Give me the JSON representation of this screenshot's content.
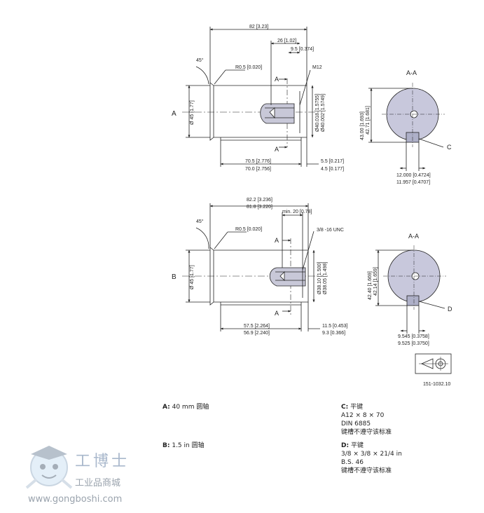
{
  "drawing": {
    "view_a": {
      "label": "A",
      "dim_overall": "82 [3.23]",
      "dim_thread_depth": "26 [1.02]",
      "dim_thread_offset": "9.5 [0.374]",
      "thread": "M12",
      "chamfer_angle": "45°",
      "radius": "R0.5 [0.020]",
      "shaft_dia": "Ø 45 [1.77]",
      "pilot_dia_1": "Ø40.018 [1.5755]",
      "pilot_dia_2": "Ø40.002 [1.5749]",
      "len_1": "70.5 [2.776]",
      "len_2": "70.0 [2.756]",
      "end_1": "5.5 [0.217]",
      "end_2": "4.5 [0.177]",
      "section_mark": "A"
    },
    "section_a": {
      "title": "A-A",
      "height_1": "43.00 [1.693]",
      "height_2": "42.71 [1.681]",
      "key_w_1": "12.000 [0.4724]",
      "key_w_2": "11.957 [0.4707]",
      "key_label": "C"
    },
    "view_b": {
      "label": "B",
      "dim_overall_1": "82.2 [3.236]",
      "dim_overall_2": "81.8 [3.220]",
      "dim_thread_depth": "min. 20 [0.78]",
      "thread": "3/8 -16 UNC",
      "chamfer_angle": "45°",
      "radius": "R0.5 [0.020]",
      "shaft_dia": "Ø 45 [1.77]",
      "pilot_dia_1": "Ø38.10 [1.500]",
      "pilot_dia_2": "Ø38.05 [1.498]",
      "len_1": "57.5 [2.264]",
      "len_2": "56.9 [2.240]",
      "end_1": "11.5 [0.453]",
      "end_2": "9.3 [0.366]",
      "section_mark": "A"
    },
    "section_b": {
      "title": "A-A",
      "height_1": "42.40 [1.669]",
      "height_2": "42.14 [1.659]",
      "key_w_1": "9.545 [0.3758]",
      "key_w_2": "9.525 [0.3750]",
      "key_label": "D"
    },
    "drawing_number": "151-1032.10"
  },
  "legend": {
    "a_key": "A:",
    "a_text": "40 mm 圆轴",
    "b_key": "B:",
    "b_text": "1.5 in 圆轴",
    "c_key": "C:",
    "c_lines": [
      "平键",
      "A12 × 8 × 70",
      "DIN 6885",
      "键槽不遵守该标准"
    ],
    "d_key": "D:",
    "d_lines": [
      "平键",
      "3/8 × 3/8 × 21/4 in",
      "B.S. 46",
      "键槽不遵守该标准"
    ]
  },
  "watermark": {
    "title": "工博士",
    "subtitle": "工业品商城",
    "url": "www.gongboshi.com"
  }
}
